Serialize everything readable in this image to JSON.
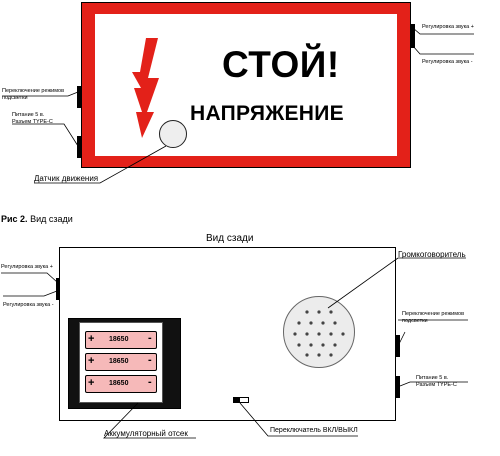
{
  "front_view": {
    "title_line1": "СТОЙ!",
    "title_line2": "НАПРЯЖЕНИЕ",
    "left_label_mode": "Переключение режимов подсветки",
    "left_label_power": "Питание 5 в. Разъем TYPE-C",
    "right_label_volume_up": "Регулировка звука +",
    "right_label_volume_down": "Регулировка звука -",
    "motion_sensor_label": "Датчик движения",
    "sign_color": "#e32119"
  },
  "figure_caption": {
    "number": "Рис 2.",
    "text": "Вид сзади"
  },
  "rear_view": {
    "title": "Вид сзади",
    "speaker_label": "Громкоговоритель",
    "left_label_volume_up": "Регулировка звука +",
    "left_label_volume_down": "Регулировка звука -",
    "right_label_mode": "Переключение режимов подсветки",
    "right_label_power": "Питание 5 в. Разъем TYPE-C",
    "battery_compartment_label": "Аккумуляторный отсек",
    "power_switch_label": "Переключатель ВКЛ/ВЫКЛ",
    "battery_cells": [
      {
        "label": "18650",
        "plus": "+",
        "minus": "-"
      },
      {
        "label": "18650",
        "plus": "+",
        "minus": "-"
      },
      {
        "label": "18650",
        "plus": "+",
        "minus": "-"
      }
    ],
    "battery_color": "#f6b9b9"
  }
}
